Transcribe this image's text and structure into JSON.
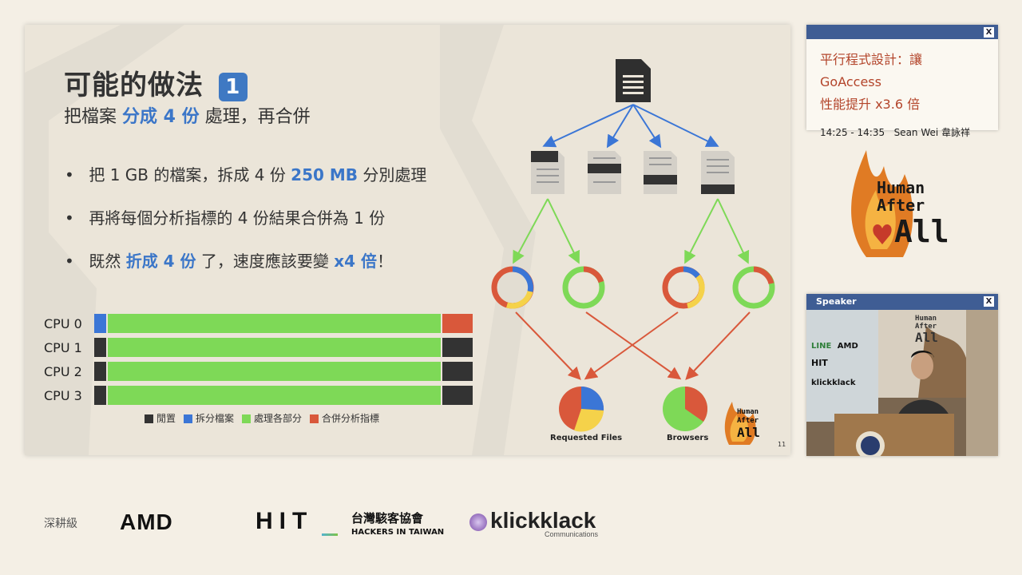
{
  "slide": {
    "title": "可能的做法",
    "title_badge": "1",
    "subtitle_a": "把檔案 ",
    "subtitle_b": "分成 4 份",
    "subtitle_c": " 處理，再合併",
    "bullets": [
      {
        "a": "把 1 GB 的檔案，拆成 4 份 ",
        "b": "250 MB",
        "c": " 分別處理",
        "d": "",
        "e": ""
      },
      {
        "a": "再將每個分析指標的 4 份結果合併為 1 份",
        "b": "",
        "c": "",
        "d": "",
        "e": ""
      },
      {
        "a": "既然 ",
        "b": "折成 4 份",
        "c": " 了，速度應該要變 ",
        "d": "x4 倍",
        "e": "！"
      }
    ],
    "page_number": "11",
    "cpu_labels": [
      "CPU 0",
      "CPU 1",
      "CPU 2",
      "CPU 3"
    ],
    "legend": [
      {
        "label": "閒置",
        "color": "#333333"
      },
      {
        "label": "拆分檔案",
        "color": "#3b76d6"
      },
      {
        "label": "處理各部分",
        "color": "#7ed957"
      },
      {
        "label": "合併分析指標",
        "color": "#d9583b"
      }
    ],
    "result_labels": [
      "Requested Files",
      "Browsers"
    ],
    "logo_text": [
      "Human",
      "After",
      "All"
    ]
  },
  "talk_panel": {
    "title_line1": "平行程式設計：讓 GoAccess",
    "title_line2": "性能提升 x3.6 倍",
    "meta": "14:25 - 14:35   Sean Wei 韋詠祥",
    "close": "X"
  },
  "speaker_panel": {
    "header": "Speaker",
    "close": "X",
    "video_texts": [
      "Human",
      "After",
      "All",
      "LINE",
      "AMD",
      "HIT",
      "klickklack"
    ]
  },
  "sponsors": {
    "tier_label": "深耕級",
    "amd": "AMD",
    "hit": "HIT",
    "hackers_zh": "台灣駭客協會",
    "hackers_en": "HACKERS IN TAIWAN",
    "klick": "klickklack",
    "klick_sub": "Communications"
  },
  "colors": {
    "idle": "#333333",
    "split": "#3b76d6",
    "process": "#7ed957",
    "merge": "#d9583b",
    "panel_bar": "#3f5d94",
    "talk_title": "#b3442a"
  }
}
